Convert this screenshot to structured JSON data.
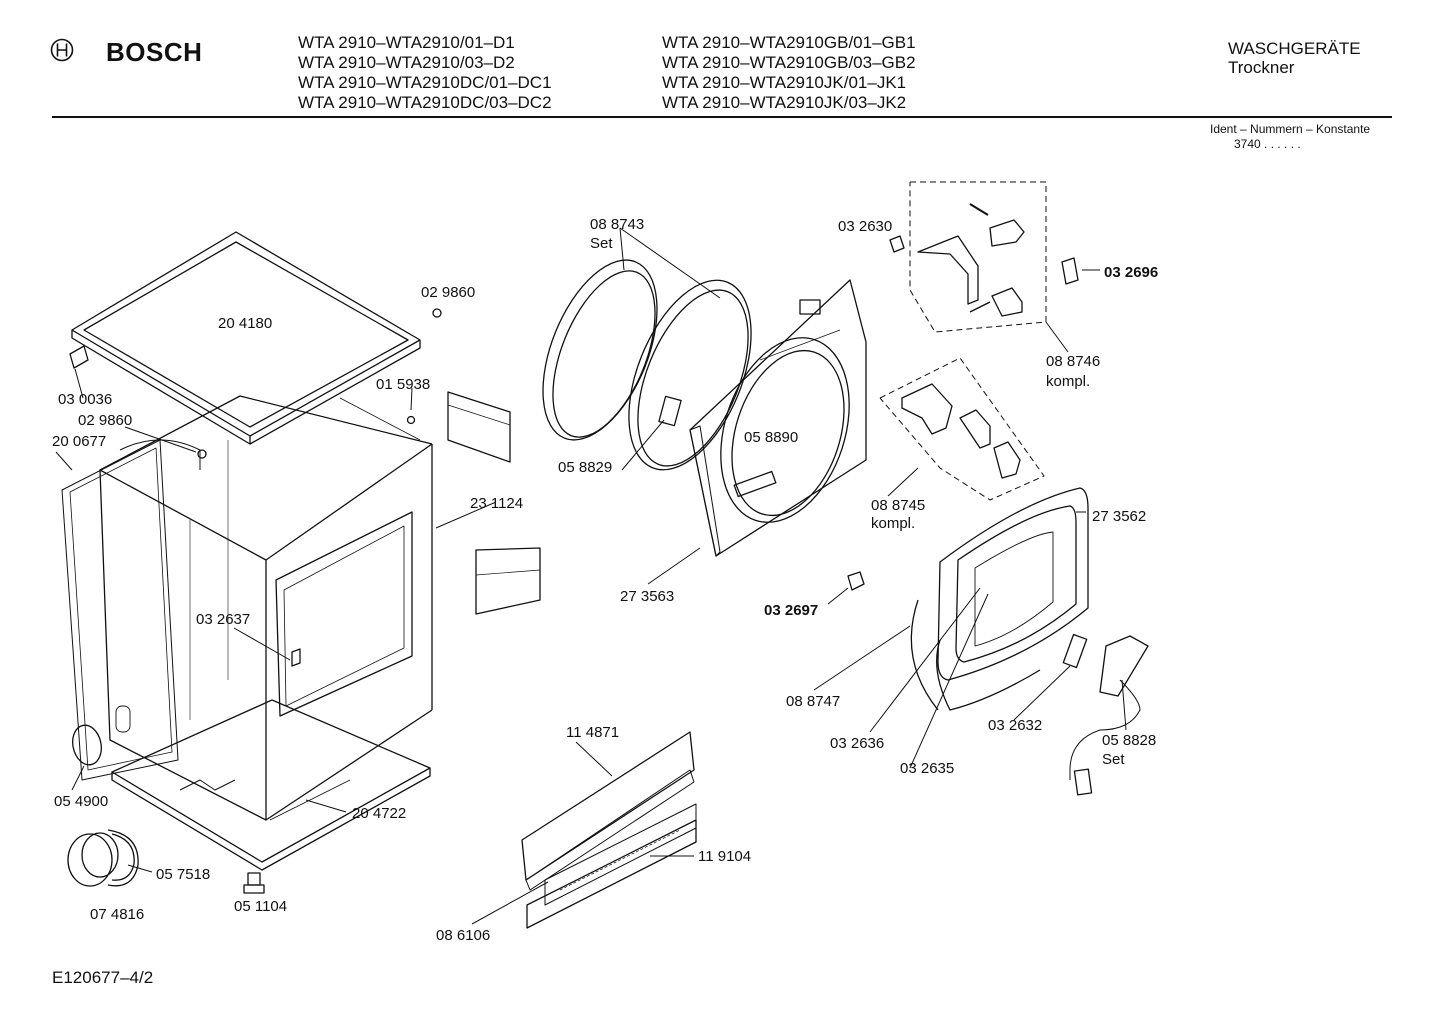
{
  "header": {
    "brand": "BOSCH",
    "models_left": [
      "WTA 2910–WTA2910/01–D1",
      "WTA 2910–WTA2910/03–D2",
      "WTA 2910–WTA2910DC/01–DC1",
      "WTA 2910–WTA2910DC/03–DC2"
    ],
    "models_right": [
      "WTA 2910–WTA2910GB/01–GB1",
      "WTA 2910–WTA2910GB/03–GB2",
      "WTA 2910–WTA2910JK/01–JK1",
      "WTA 2910–WTA2910JK/03–JK2"
    ],
    "category": "WASCHGERÄTE",
    "subcategory": "Trockner",
    "ident_label": "Ident – Nummern – Konstante",
    "ident_value": "3740 . . . . . ."
  },
  "parts": [
    {
      "id": "p-204180",
      "label": "20 4180"
    },
    {
      "id": "p-029860a",
      "label": "02 9860"
    },
    {
      "id": "p-030036",
      "label": "03 0036"
    },
    {
      "id": "p-029860b",
      "label": "02 9860"
    },
    {
      "id": "p-200677",
      "label": "20 0677"
    },
    {
      "id": "p-015938",
      "label": "01 5938"
    },
    {
      "id": "p-231124",
      "label": "23 1124"
    },
    {
      "id": "p-032637",
      "label": "03 2637"
    },
    {
      "id": "p-054900",
      "label": "05 4900"
    },
    {
      "id": "p-204722",
      "label": "20 4722"
    },
    {
      "id": "p-057518",
      "label": "05 7518"
    },
    {
      "id": "p-074816",
      "label": "07 4816"
    },
    {
      "id": "p-051104",
      "label": "05 1104"
    },
    {
      "id": "p-088743",
      "label": "08 8743"
    },
    {
      "id": "p-088743s",
      "label": "Set"
    },
    {
      "id": "p-058829",
      "label": "05 8829"
    },
    {
      "id": "p-058890",
      "label": "05 8890"
    },
    {
      "id": "p-273563",
      "label": "27 3563"
    },
    {
      "id": "p-032630",
      "label": "03 2630"
    },
    {
      "id": "p-032696",
      "label": "03 2696"
    },
    {
      "id": "p-088746",
      "label": "08 8746"
    },
    {
      "id": "p-088746k",
      "label": "kompl."
    },
    {
      "id": "p-088745",
      "label": "08 8745"
    },
    {
      "id": "p-088745k",
      "label": "kompl."
    },
    {
      "id": "p-273562",
      "label": "27 3562"
    },
    {
      "id": "p-032697",
      "label": "03 2697"
    },
    {
      "id": "p-088747",
      "label": "08 8747"
    },
    {
      "id": "p-032636",
      "label": "03 2636"
    },
    {
      "id": "p-032635",
      "label": "03 2635"
    },
    {
      "id": "p-032632",
      "label": "03 2632"
    },
    {
      "id": "p-058828",
      "label": "05 8828"
    },
    {
      "id": "p-058828s",
      "label": "Set"
    },
    {
      "id": "p-114871",
      "label": "11 4871"
    },
    {
      "id": "p-119104",
      "label": "11 9104"
    },
    {
      "id": "p-086106",
      "label": "08 6106"
    }
  ],
  "footer": {
    "drawing_id": "E120677–4/2"
  }
}
